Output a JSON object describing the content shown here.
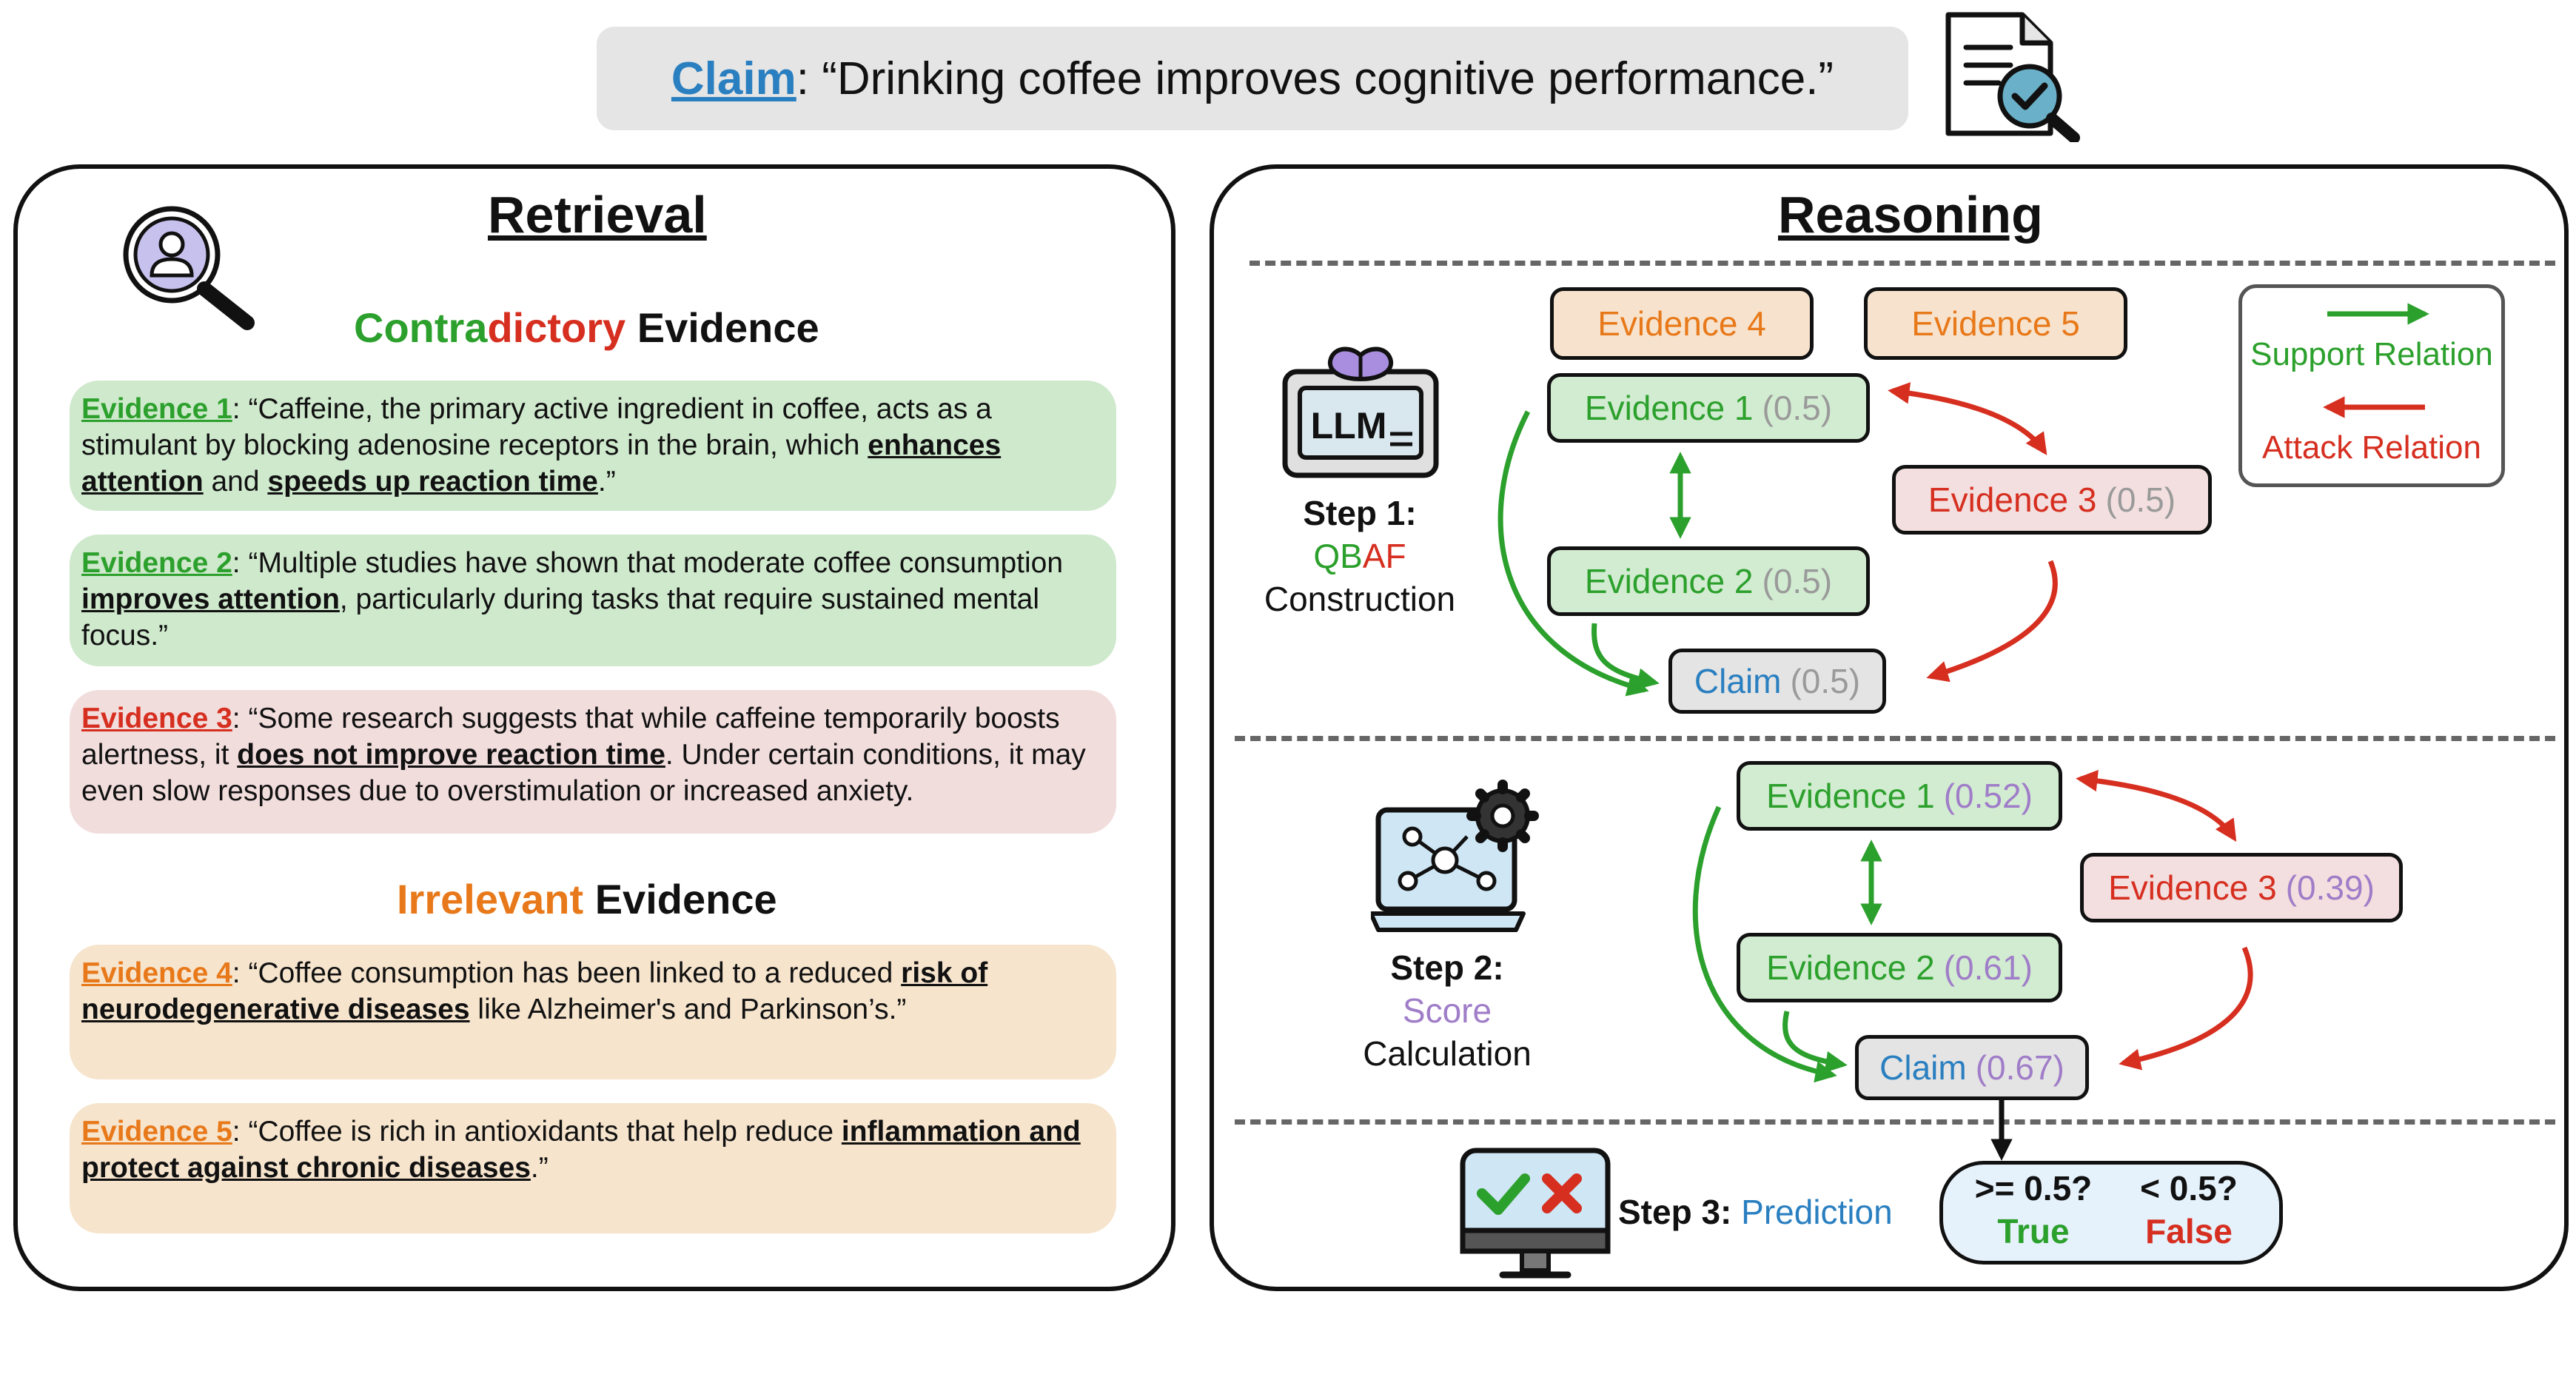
{
  "claim": {
    "label": "Claim",
    "text": ": “Drinking coffee improves cognitive performance.”"
  },
  "retrieval": {
    "title": "Retrieval",
    "contradictory_heading": {
      "part1": "Contra",
      "part2": "dictory",
      "part3": " Evidence"
    },
    "irrelevant_heading": {
      "part1": "Irrelevant",
      "part2": " Evidence"
    },
    "evidence": [
      {
        "label": "Evidence 1",
        "segments": [
          ": “Caffeine, the primary active ingredient in coffee, acts as a stimulant by blocking adenosine receptors in the brain, which ",
          "enhances attention",
          " and ",
          "speeds up reaction time",
          ".”"
        ]
      },
      {
        "label": "Evidence 2",
        "segments": [
          ": “Multiple studies have shown that moderate coffee consumption ",
          "improves attention",
          ", particularly during tasks that require sustained mental focus.”"
        ]
      },
      {
        "label": "Evidence 3",
        "segments": [
          ": “Some research suggests that while caffeine temporarily boosts alertness, it ",
          "does not improve reaction time",
          ". Under certain conditions, it may even slow responses due to overstimulation or increased anxiety."
        ]
      },
      {
        "label": "Evidence 4",
        "segments": [
          ": “Coffee consumption has been linked to a reduced ",
          "risk of neurodegenerative diseases",
          " like Alzheimer's and Parkinson’s.”"
        ]
      },
      {
        "label": "Evidence 5",
        "segments": [
          ": “Coffee is rich in antioxidants that help reduce ",
          "inflammation and protect against chronic diseases",
          ".”"
        ]
      }
    ]
  },
  "reasoning": {
    "title": "Reasoning",
    "step1": {
      "bold": "Step 1:",
      "q1": "QB",
      "q2": "AF",
      "rest": "Construction"
    },
    "step2": {
      "bold": "Step 2:",
      "colored": "Score",
      "rest": "Calculation"
    },
    "step3": {
      "bold": "Step 3:",
      "colored": "Prediction"
    },
    "llm_icon_text": "LLM",
    "stage1_nodes": {
      "ev4": "Evidence 4",
      "ev5": "Evidence 5",
      "ev1": {
        "name": "Evidence 1",
        "score": "(0.5)"
      },
      "ev2": {
        "name": "Evidence 2",
        "score": "(0.5)"
      },
      "ev3": {
        "name": "Evidence 3",
        "score": "(0.5)"
      },
      "claim": {
        "name": "Claim",
        "score": "(0.5)"
      }
    },
    "stage2_nodes": {
      "ev1": {
        "name": "Evidence 1",
        "score": "(0.52)"
      },
      "ev2": {
        "name": "Evidence 2",
        "score": "(0.61)"
      },
      "ev3": {
        "name": "Evidence 3",
        "score": "(0.39)"
      },
      "claim": {
        "name": "Claim",
        "score": "(0.67)"
      }
    },
    "legend": {
      "support": "Support Relation",
      "attack": "Attack Relation"
    },
    "prediction": {
      "cond_true": ">= 0.5?",
      "cond_false": "< 0.5?",
      "true_label": "True",
      "false_label": "False"
    }
  },
  "colors": {
    "support": "#2ca02c",
    "attack": "#d62f20",
    "irrelevant": "#e8791a",
    "claim": "#2a7fc0",
    "score": "#a07dc8",
    "grey_score": "#9a9a9a"
  },
  "icons": [
    "document-check-icon",
    "user-search-icon",
    "llm-brain-icon",
    "network-gear-icon",
    "monitor-check-cross-icon"
  ]
}
